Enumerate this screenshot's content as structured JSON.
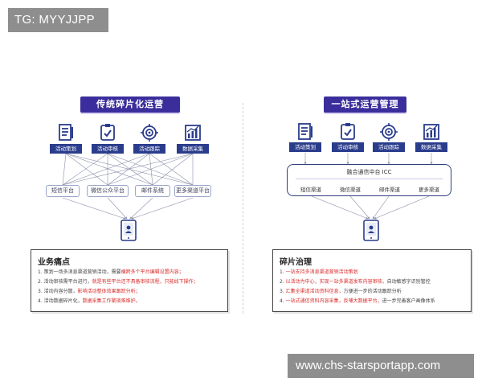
{
  "watermarks": {
    "top_left": "TG: MYYJJPP",
    "bottom_right": "www.chs-starsportapp.com"
  },
  "left": {
    "title": "传统碎片化运营",
    "stages": [
      {
        "label": "活动策划",
        "icon": "document-list-icon"
      },
      {
        "label": "活动审核",
        "icon": "checklist-icon"
      },
      {
        "label": "活动跟踪",
        "icon": "target-icon"
      },
      {
        "label": "数据采集",
        "icon": "bar-chart-icon"
      }
    ],
    "channels": [
      "短信平台",
      "微信公众平台",
      "邮件系统",
      "更多渠道平台"
    ],
    "panel": {
      "title": "业务痛点",
      "lines": [
        {
          "plain": "1. 策划一场多消息渠道营销活动，需要",
          "highlight": "横跨多个平台编辑设置内容；"
        },
        {
          "plain": "2. 活动审核需平台进行，",
          "highlight": "就是有些平台还不具备审核流程，只能线下操作；"
        },
        {
          "plain": "3. 活动内容分散，",
          "highlight": "影响活动整体效果跟踪分析；"
        },
        {
          "plain": "4. 活动数据碎片化，",
          "highlight": "数据采集工作繁琐难维护。"
        }
      ]
    }
  },
  "right": {
    "title": "一站式运营管理",
    "stages": [
      {
        "label": "活动策划",
        "icon": "document-list-icon"
      },
      {
        "label": "活动审核",
        "icon": "checklist-icon"
      },
      {
        "label": "活动跟踪",
        "icon": "target-icon"
      },
      {
        "label": "数据采集",
        "icon": "bar-chart-icon"
      }
    ],
    "hub": {
      "title": "融合通信中台 ICC",
      "channels": [
        "短信渠道",
        "微信渠道",
        "邮件渠道",
        "更多渠道"
      ]
    },
    "panel": {
      "title": "碎片治理",
      "lines": [
        {
          "plain": "1. ",
          "highlight": "一站支持多消息渠道营销活动策划",
          "tail": ""
        },
        {
          "plain": "2. ",
          "highlight": "以活动为中心，实现一站多渠道发布内容审核，",
          "tail": "自动敏感字识别管控"
        },
        {
          "plain": "3. ",
          "highlight": "汇集全渠道活动资料信息，",
          "tail": "方便进一步的活动跟踪分析"
        },
        {
          "plain": "4. ",
          "highlight": "一站式通信资料内容采集，反哺大数据平台，",
          "tail": "进一步完善客户画像体系"
        }
      ]
    }
  },
  "colors": {
    "banner": "#3b2e9c",
    "stage": "#2a3c8c",
    "highlight": "#d92b2b",
    "line": "#8a8fa8"
  }
}
